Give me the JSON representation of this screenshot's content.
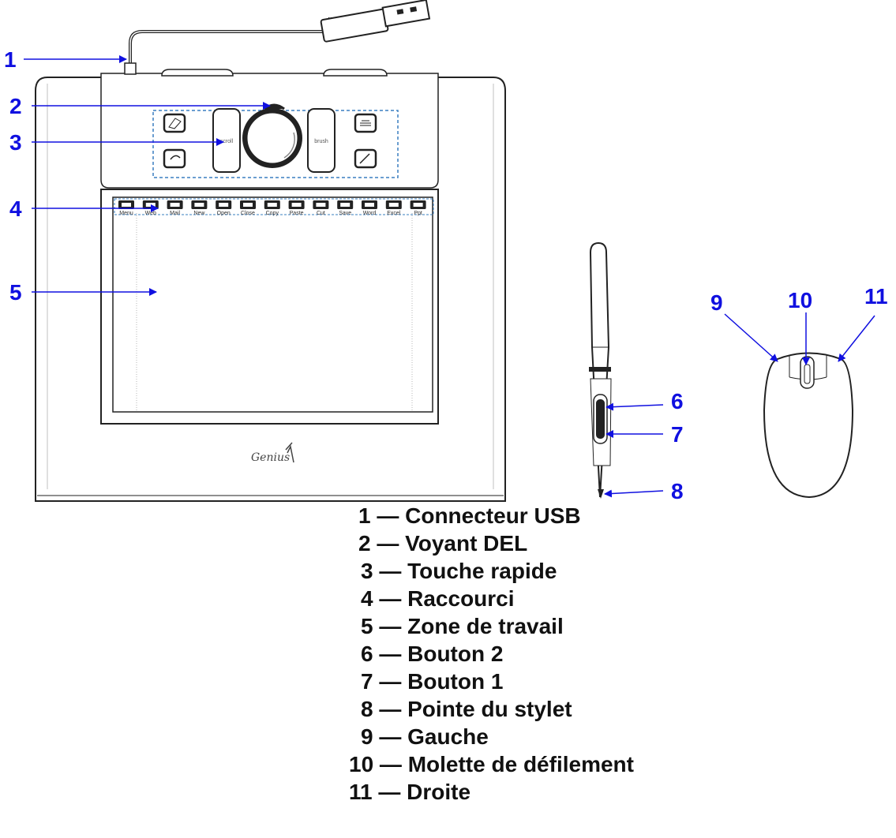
{
  "callouts": [
    {
      "number": "1"
    },
    {
      "number": "2"
    },
    {
      "number": "3"
    },
    {
      "number": "4"
    },
    {
      "number": "5"
    },
    {
      "number": "6"
    },
    {
      "number": "7"
    },
    {
      "number": "8"
    },
    {
      "number": "9"
    },
    {
      "number": "10"
    },
    {
      "number": "11"
    }
  ],
  "tablet": {
    "brand": "Genius",
    "hotkeys": {
      "left": "scroll",
      "right": "brush"
    },
    "shortcuts": [
      "Menu",
      "Web",
      "Mail",
      "New",
      "Open",
      "Close",
      "Copy",
      "Paste",
      "Cut",
      "Save",
      "Word",
      "Excel",
      "Ppt"
    ]
  },
  "legend": [
    "1 — Connecteur USB",
    "2 — Voyant DEL",
    "3 — Touche rapide",
    "4 — Raccourci",
    "5 — Zone de travail",
    "6 — Bouton 2",
    "7 — Bouton 1",
    "8 — Pointe du stylet",
    "9 — Gauche",
    "10 — Molette de défilement",
    "11 — Droite"
  ],
  "colors": {
    "callout": "#1010e0",
    "outline": "#222222",
    "dashed_box": "#3a7fc0"
  }
}
